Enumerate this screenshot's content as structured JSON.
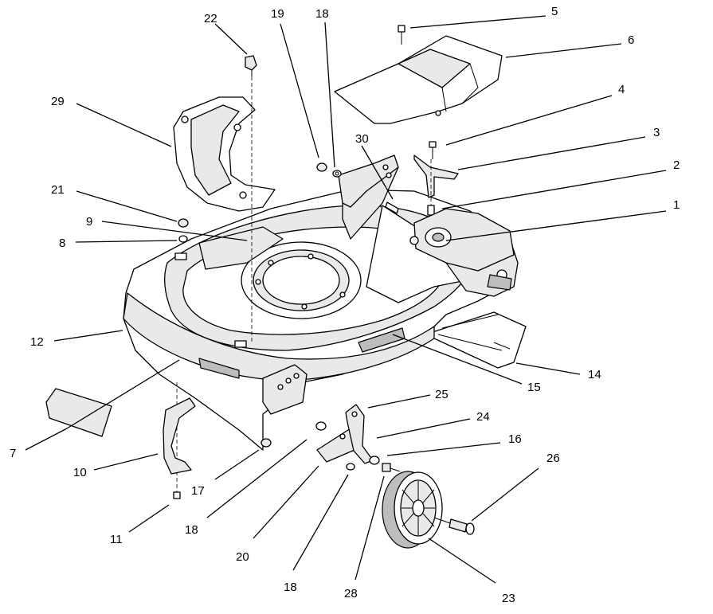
{
  "callouts": [
    {
      "id": "1",
      "text": "1"
    },
    {
      "id": "2",
      "text": "2"
    },
    {
      "id": "3",
      "text": "3"
    },
    {
      "id": "4",
      "text": "4"
    },
    {
      "id": "5",
      "text": "5"
    },
    {
      "id": "6",
      "text": "6"
    },
    {
      "id": "7",
      "text": "7"
    },
    {
      "id": "8",
      "text": "8"
    },
    {
      "id": "9",
      "text": "9"
    },
    {
      "id": "10",
      "text": "10"
    },
    {
      "id": "11",
      "text": "11"
    },
    {
      "id": "12",
      "text": "12"
    },
    {
      "id": "14",
      "text": "14"
    },
    {
      "id": "15",
      "text": "15"
    },
    {
      "id": "16",
      "text": "16"
    },
    {
      "id": "17",
      "text": "17"
    },
    {
      "id": "18a",
      "text": "18"
    },
    {
      "id": "18b",
      "text": "18"
    },
    {
      "id": "18c",
      "text": "18"
    },
    {
      "id": "19",
      "text": "19"
    },
    {
      "id": "20",
      "text": "20"
    },
    {
      "id": "21",
      "text": "21"
    },
    {
      "id": "22",
      "text": "22"
    },
    {
      "id": "23",
      "text": "23"
    },
    {
      "id": "24",
      "text": "24"
    },
    {
      "id": "25",
      "text": "25"
    },
    {
      "id": "26",
      "text": "26"
    },
    {
      "id": "28",
      "text": "28"
    },
    {
      "id": "29",
      "text": "29"
    },
    {
      "id": "30",
      "text": "30"
    }
  ]
}
